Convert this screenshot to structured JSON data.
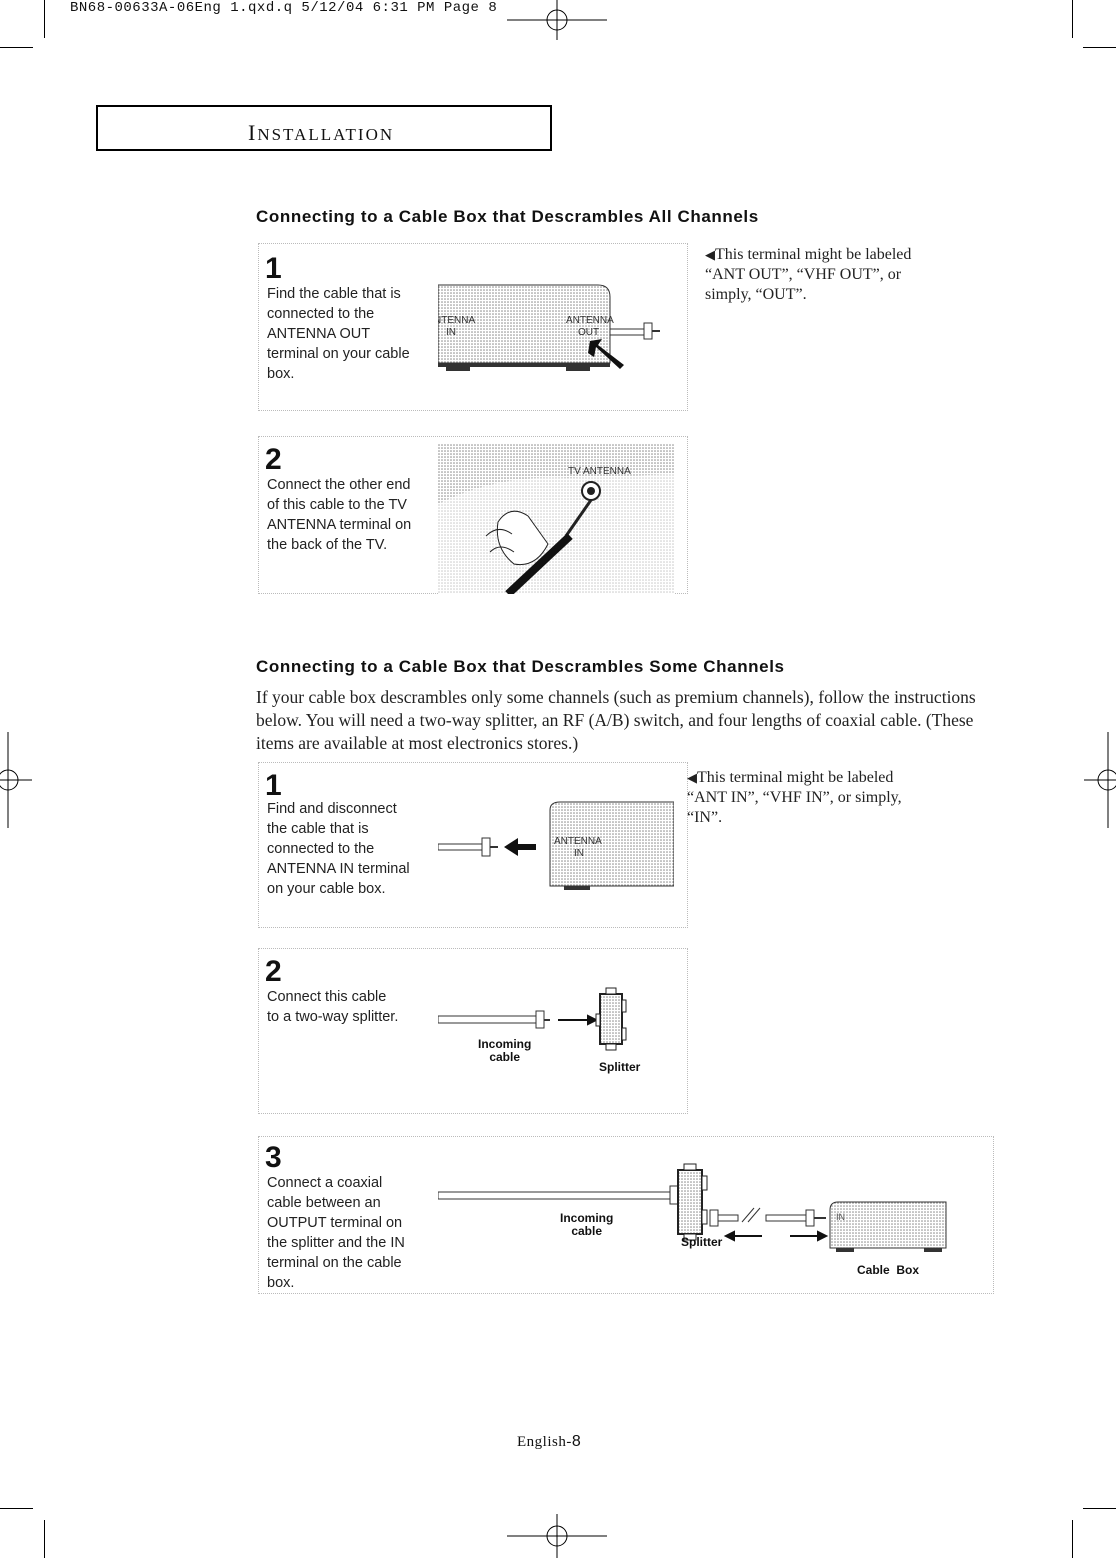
{
  "print_slug": "BN68-00633A-06Eng 1.qxd.q   5/12/04 6:31 PM   Page 8",
  "section": {
    "title_first": "I",
    "title_rest": "NSTALLATION"
  },
  "section1": {
    "heading": "Connecting to a Cable Box that Descrambles All Channels",
    "steps": [
      {
        "number": "1",
        "text": "Find the cable that is\nconnected to the\nANTENNA OUT\nterminal on your cable\nbox.",
        "labels": {
          "antenna_in": "ANTENNA\nIN",
          "antenna_out": "ANTENNA\nOUT"
        }
      },
      {
        "number": "2",
        "text": "Connect the other end\nof this cable to the TV\nANTENNA terminal on\nthe back of the TV.",
        "labels": {
          "tv_antenna": "TV ANTENNA"
        }
      }
    ],
    "note": "This terminal might be labeled\n“ANT OUT”, “VHF OUT”, or\nsimply, “OUT”."
  },
  "section2": {
    "heading": "Connecting to a Cable Box that Descrambles Some Channels",
    "intro": "If your cable box descrambles only some channels (such as premium channels), follow the instructions below. You will need a two-way splitter, an RF (A/B) switch, and four lengths of coaxial cable. (These items are available at most electronics stores.)",
    "steps": [
      {
        "number": "1",
        "text": "Find and disconnect\nthe cable that is\nconnected to the\nANTENNA IN terminal\non your cable box.",
        "labels": {
          "antenna_in": "ANTENNA\nIN"
        }
      },
      {
        "number": "2",
        "text": "Connect this cable\nto a two-way splitter.",
        "labels": {
          "incoming": "Incoming\ncable",
          "splitter": "Splitter"
        }
      },
      {
        "number": "3",
        "text": "Connect a coaxial\ncable between an\nOUTPUT terminal on\nthe splitter and the IN\nterminal on the cable\nbox.",
        "labels": {
          "incoming": "Incoming\ncable",
          "splitter": "Splitter",
          "cable_box": "Cable  Box",
          "box_in": "IN"
        }
      }
    ],
    "note": "This terminal might be labeled\n“ANT IN”, “VHF IN”, or simply,\n“IN”."
  },
  "footer": {
    "lang": "English-",
    "page": "8"
  },
  "icons": {
    "note_arrow": "left-pointing-triangle-icon"
  }
}
